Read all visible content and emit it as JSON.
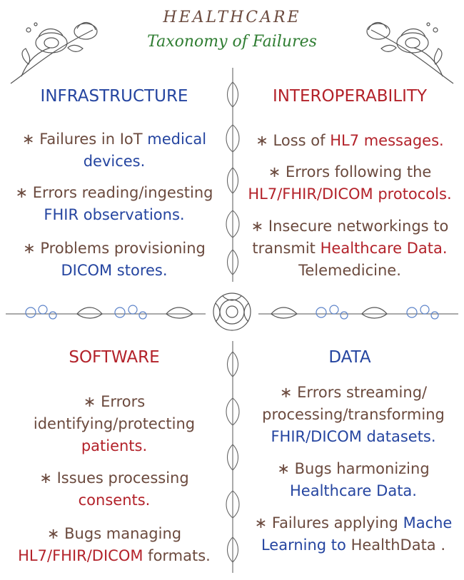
{
  "header": {
    "title": "HEALTHCARE",
    "subtitle": "Taxonomy of Failures"
  },
  "colors": {
    "brown": "#6b4a3e",
    "blue": "#2545a0",
    "red": "#b3222a",
    "green": "#2f7d32",
    "floral_blue": "#5b82c8",
    "line_art": "#555555"
  },
  "sections": {
    "infrastructure": {
      "title": "INFRASTRUCTURE",
      "items": [
        {
          "prefix": "∗ Failures in IoT",
          "highlight": "medical devices.",
          "suffix": ""
        },
        {
          "prefix": "∗ Errors reading/ingesting",
          "highlight": "FHIR observations.",
          "suffix": ""
        },
        {
          "prefix": "∗ Problems provisioning",
          "highlight": "DICOM stores.",
          "suffix": ""
        }
      ]
    },
    "interoperability": {
      "title": "INTEROPERABILITY",
      "items": [
        {
          "prefix": "∗ Loss of",
          "highlight": "HL7 messages.",
          "suffix": ""
        },
        {
          "prefix": "∗ Errors following the",
          "highlight": "HL7/FHIR/DICOM protocols.",
          "suffix": ""
        },
        {
          "prefix": "∗ Insecure networkings to transmit",
          "highlight": "Healthcare Data.",
          "suffix": "Telemedicine."
        }
      ]
    },
    "software": {
      "title": "SOFTWARE",
      "items": [
        {
          "prefix": "∗ Errors identifying/protecting",
          "highlight": "patients.",
          "suffix": ""
        },
        {
          "prefix": "∗ Issues processing",
          "highlight": "consents.",
          "suffix": ""
        },
        {
          "prefix": "∗ Bugs managing",
          "highlight": "HL7/FHIR/DICOM",
          "suffix": "formats."
        }
      ]
    },
    "data": {
      "title": "DATA",
      "items": [
        {
          "prefix": "∗ Errors streaming/ processing/transforming",
          "highlight": "FHIR/DICOM datasets.",
          "suffix": ""
        },
        {
          "prefix": "∗ Bugs harmonizing",
          "highlight": "Healthcare Data.",
          "suffix": ""
        },
        {
          "prefix": "∗ Failures applying",
          "highlight": "Mache Learning to",
          "suffix": "HealthData ."
        }
      ]
    }
  },
  "decorations": [
    "floral-corner-top-left",
    "floral-corner-top-right",
    "vertical-leaf-divider",
    "horizontal-floral-divider",
    "center-rose"
  ]
}
